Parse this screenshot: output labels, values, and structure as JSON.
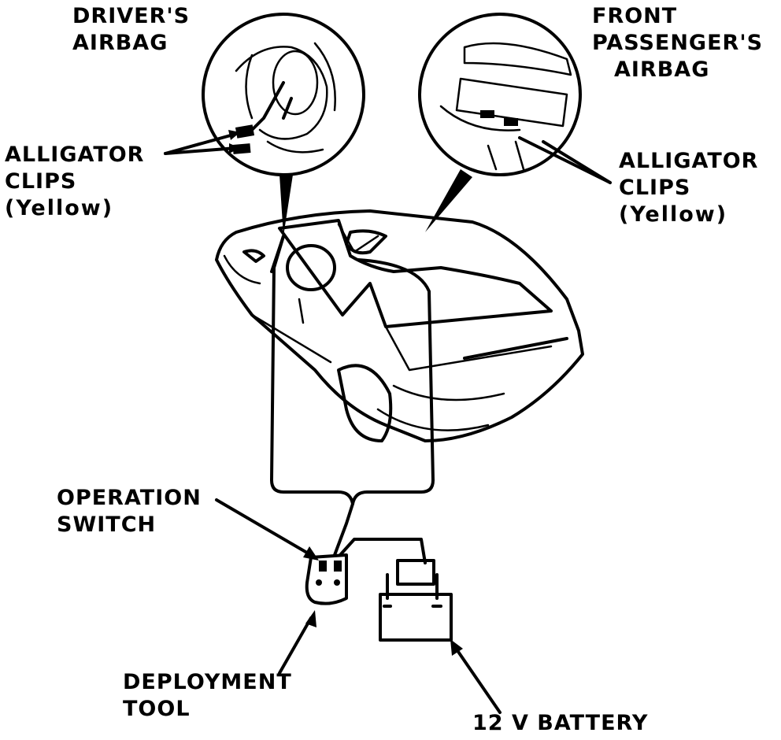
{
  "labels": {
    "drivers_airbag": [
      "DRIVER'S",
      "AIRBAG"
    ],
    "front_passenger_airbag": [
      "FRONT",
      "PASSENGER'S",
      "AIRBAG"
    ],
    "alligator_clips_left": [
      "ALLIGATOR",
      "CLIPS",
      "(Yellow)"
    ],
    "alligator_clips_right": [
      "ALLIGATOR",
      "CLIPS",
      "(Yellow)"
    ],
    "operation_switch": [
      "OPERATION",
      "SWITCH"
    ],
    "deployment_tool": [
      "DEPLOYMENT",
      "TOOL"
    ],
    "battery": "12 V BATTERY"
  }
}
